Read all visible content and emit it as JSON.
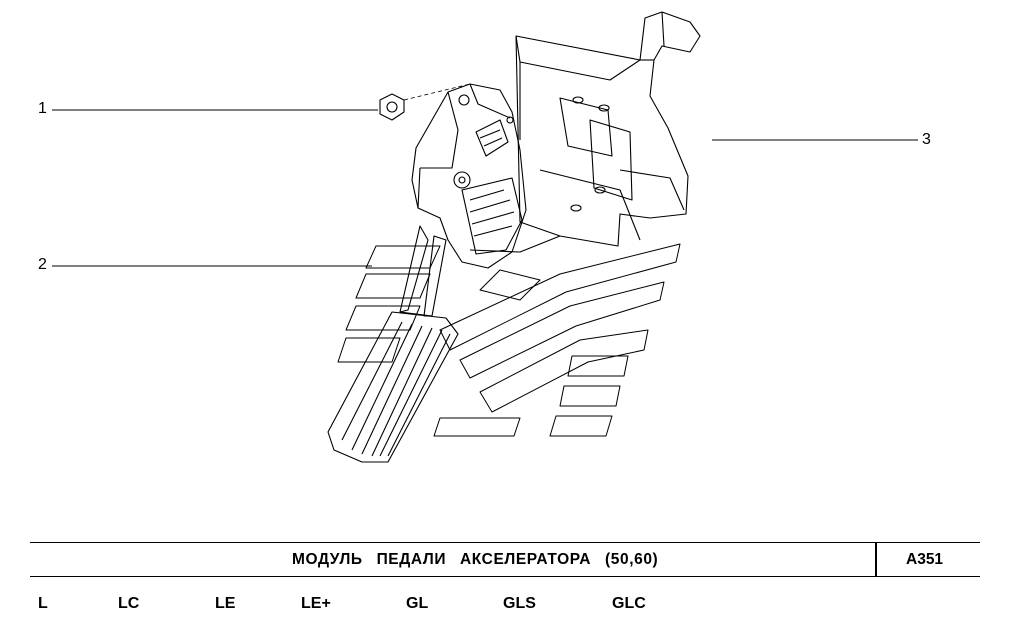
{
  "callouts": {
    "c1": "1",
    "c2": "2",
    "c3": "3"
  },
  "title": "МОДУЛЬ  ПЕДАЛИ  АКСЕЛЕРАТОРА  (50,60)",
  "code": "A351",
  "variants": [
    "L",
    "LC",
    "LE",
    "LE+",
    "GL",
    "GLS",
    "GLC"
  ]
}
